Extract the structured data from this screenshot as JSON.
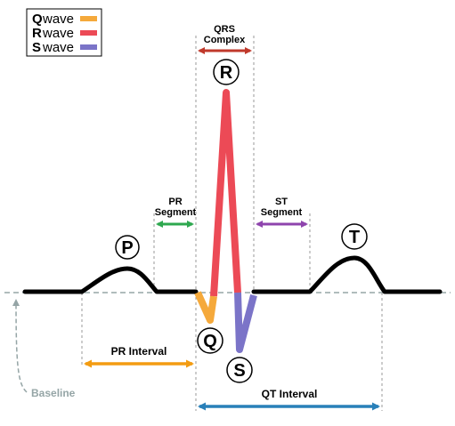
{
  "legend": {
    "items": [
      {
        "letter": "Q",
        "text": " wave",
        "color": "#f5a93b"
      },
      {
        "letter": "R",
        "text": " wave",
        "color": "#ec4a56"
      },
      {
        "letter": "S",
        "text": " wave",
        "color": "#7b74c8"
      }
    ]
  },
  "labels": {
    "qrs_complex_line1": "QRS",
    "qrs_complex_line2": "Complex",
    "pr_segment_line1": "PR",
    "pr_segment_line2": "Segment",
    "st_segment_line1": "ST",
    "st_segment_line2": "Segment",
    "pr_interval": "PR Interval",
    "qt_interval": "QT Interval",
    "baseline": "Baseline"
  },
  "waves": {
    "p": "P",
    "q": "Q",
    "r": "R",
    "s": "S",
    "t": "T"
  },
  "colors": {
    "trace": "#000000",
    "q_wave": "#f5a93b",
    "r_wave": "#ec4a56",
    "s_wave": "#7b74c8",
    "qrs_arrow": "#c0392b",
    "pr_segment_arrow": "#2ea84f",
    "st_segment_arrow": "#8e44ad",
    "pr_interval_arrow": "#f39c12",
    "qt_interval_arrow": "#2980b9",
    "baseline": "#95a5a6"
  }
}
